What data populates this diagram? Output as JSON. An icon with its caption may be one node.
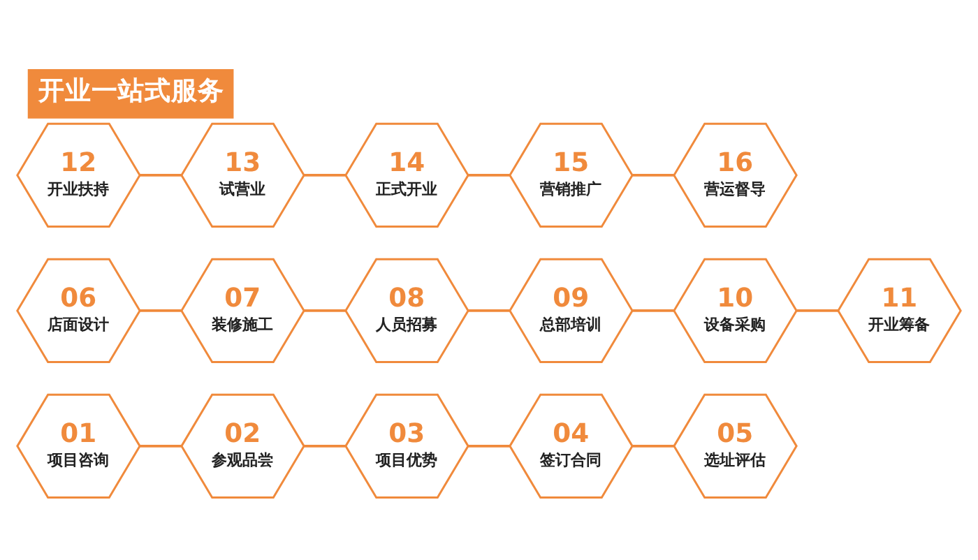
{
  "diagram": {
    "title": "开业一站式服务",
    "nodes": [
      {
        "text": [
          "01",
          "项目咨询"
        ]
      },
      {
        "text": [
          "02",
          "参观品尝"
        ]
      },
      {
        "text": [
          "03",
          "项目优势"
        ]
      },
      {
        "text": [
          "04",
          "签订合同"
        ]
      },
      {
        "text": [
          "05",
          "选址评估"
        ]
      },
      {
        "text": [
          "06",
          "店面设计"
        ]
      },
      {
        "text": [
          "07",
          "装修施工"
        ]
      },
      {
        "text": [
          "08",
          "人员招募"
        ]
      },
      {
        "text": [
          "09",
          "总部培训"
        ]
      },
      {
        "text": [
          "10",
          "设备采购"
        ]
      },
      {
        "text": [
          "11",
          "开业筹备"
        ]
      },
      {
        "text": [
          "12",
          "开业扶持"
        ]
      },
      {
        "text": [
          "13",
          "试营业"
        ]
      },
      {
        "text": [
          "14",
          "正式开业"
        ]
      },
      {
        "text": [
          "15",
          "营销推广"
        ]
      },
      {
        "text": [
          "16",
          "营运督导"
        ]
      }
    ],
    "edges": [
      {
        "from": 0,
        "to": 1,
        "arrow": "none"
      },
      {
        "from": 1,
        "to": 2,
        "arrow": "none"
      },
      {
        "from": 2,
        "to": 3,
        "arrow": "none"
      },
      {
        "from": 3,
        "to": 4,
        "arrow": "none"
      },
      {
        "from": 5,
        "to": 6,
        "arrow": "none"
      },
      {
        "from": 6,
        "to": 7,
        "arrow": "none"
      },
      {
        "from": 7,
        "to": 8,
        "arrow": "none"
      },
      {
        "from": 8,
        "to": 9,
        "arrow": "none"
      },
      {
        "from": 9,
        "to": 10,
        "arrow": "none"
      },
      {
        "from": 11,
        "to": 12,
        "arrow": "none"
      },
      {
        "from": 12,
        "to": 13,
        "arrow": "none"
      },
      {
        "from": 13,
        "to": 14,
        "arrow": "none"
      },
      {
        "from": 14,
        "to": 15,
        "arrow": "none"
      }
    ]
  }
}
